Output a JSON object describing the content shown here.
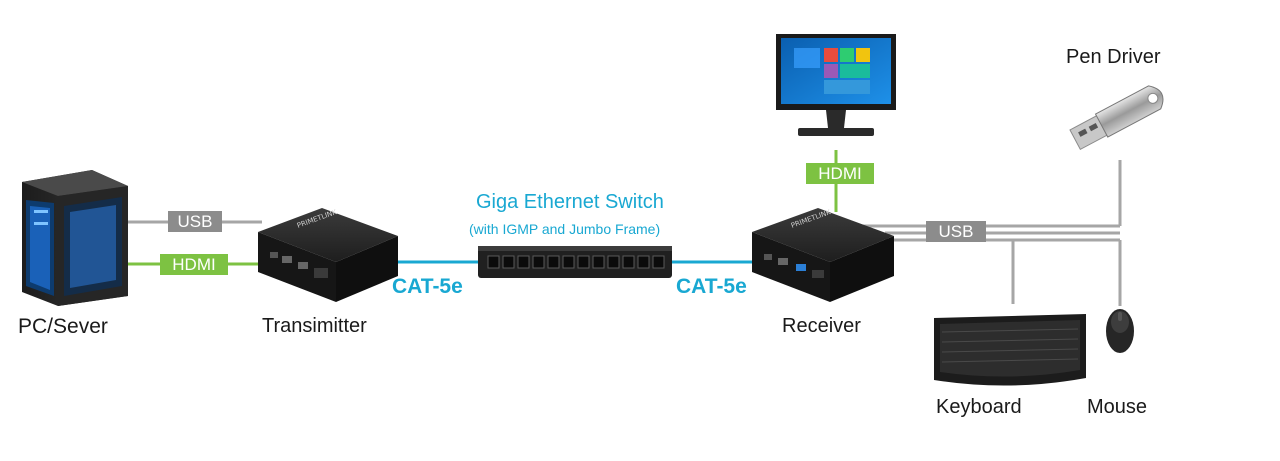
{
  "devices": {
    "pc": "PC/Sever",
    "transmitter": "Transimitter",
    "receiver": "Receiver",
    "pen_driver": "Pen Driver",
    "keyboard": "Keyboard",
    "mouse": "Mouse"
  },
  "switch": {
    "title": "Giga Ethernet Switch",
    "subtitle": "(with IGMP and Jumbo Frame)"
  },
  "links": {
    "usb_left": "USB",
    "hdmi_left": "HDMI",
    "cat_left": "CAT-5e",
    "cat_right": "CAT-5e",
    "hdmi_monitor": "HDMI",
    "usb_right": "USB"
  },
  "device_brand": "PRIMETLINK",
  "colors": {
    "usb_line": "#a6a6a6",
    "usb_tag": "#8c8c8c",
    "hdmi": "#7dc242",
    "cat": "#19a8d2",
    "text": "#1a1a1a"
  }
}
